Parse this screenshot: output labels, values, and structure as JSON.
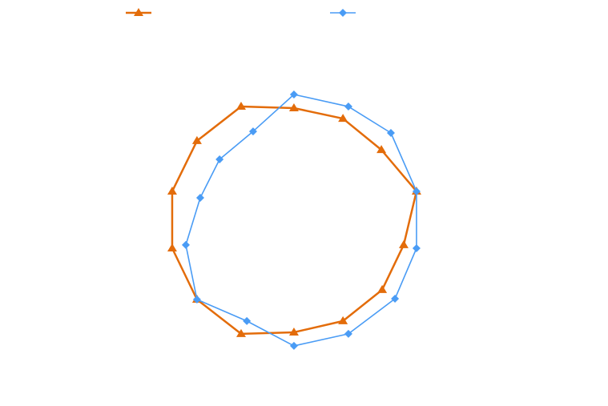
{
  "chart_data": {
    "type": "line",
    "title": "",
    "xlabel": "",
    "ylabel": "",
    "xlim": [
      0,
      100
    ],
    "ylim": [
      0,
      100
    ],
    "grid": false,
    "legend_position": "top",
    "series": [
      {
        "name": "",
        "color": "#e36c0a",
        "marker": "triangle",
        "points": [
          [
            49.1,
            92.2
          ],
          [
            67.1,
            88.1
          ],
          [
            81.2,
            75.9
          ],
          [
            94.1,
            59.7
          ],
          [
            89.4,
            38.8
          ],
          [
            81.5,
            21.3
          ],
          [
            67.1,
            9.1
          ],
          [
            49.1,
            4.7
          ],
          [
            29.7,
            4.1
          ],
          [
            13.5,
            17.5
          ],
          [
            4.4,
            37.5
          ],
          [
            4.4,
            59.7
          ],
          [
            13.5,
            79.4
          ],
          [
            29.7,
            92.8
          ],
          [
            49.1,
            92.2
          ]
        ]
      },
      {
        "name": "",
        "color": "#4a9cf5",
        "marker": "diamond",
        "points": [
          [
            49.1,
            97.5
          ],
          [
            69.1,
            92.8
          ],
          [
            84.7,
            82.5
          ],
          [
            94.1,
            59.7
          ],
          [
            94.1,
            37.5
          ],
          [
            86.2,
            17.8
          ],
          [
            69.1,
            4.1
          ],
          [
            49.1,
            -0.6
          ],
          [
            31.8,
            9.1
          ],
          [
            13.5,
            17.5
          ],
          [
            9.4,
            38.8
          ],
          [
            14.7,
            57.2
          ],
          [
            21.8,
            72.2
          ],
          [
            34.1,
            83.1
          ],
          [
            49.1,
            97.5
          ]
        ]
      }
    ]
  }
}
